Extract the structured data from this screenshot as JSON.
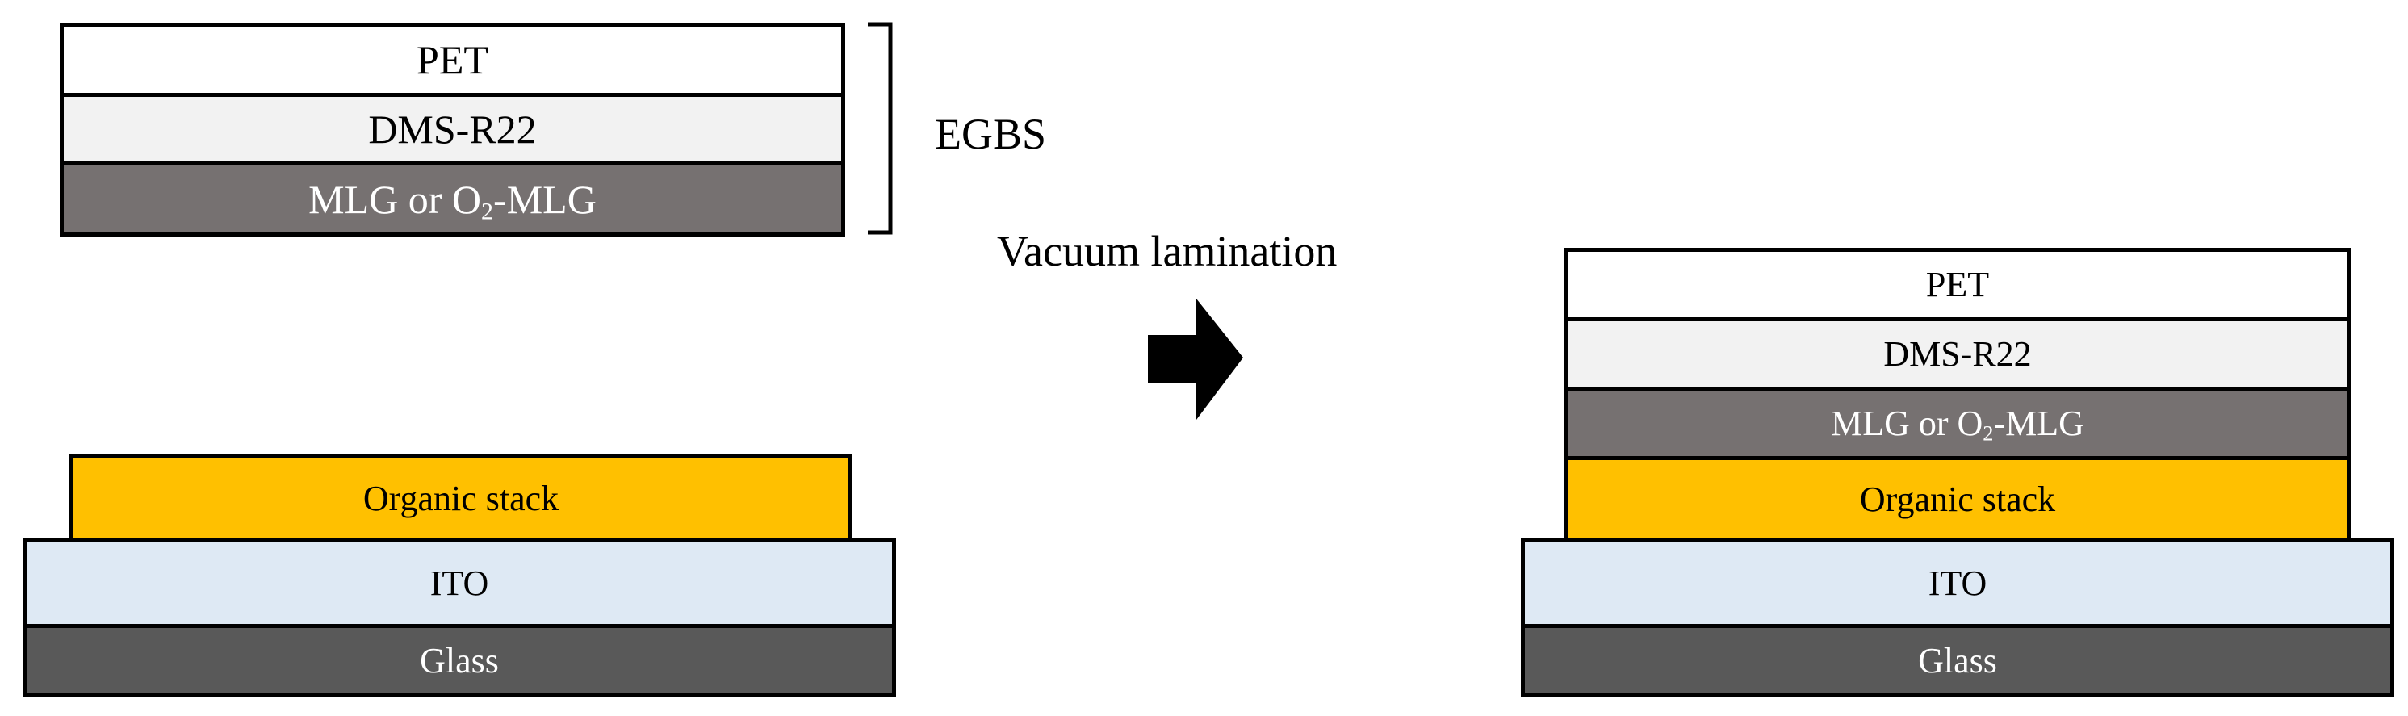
{
  "colors": {
    "pet": "#ffffff",
    "dms": "#f2f2f2",
    "mlg": "#767171",
    "organic": "#ffc000",
    "ito": "#dee9f4",
    "glass": "#595959",
    "outline": "#000000"
  },
  "left_stack": {
    "pet": "PET",
    "dms": "DMS-R22",
    "mlg": {
      "prefix": "MLG or O",
      "sub": "2",
      "suffix": "-MLG"
    },
    "egbs_label": "EGBS"
  },
  "left_substrate": {
    "organic": "Organic stack",
    "ito": "ITO",
    "glass": "Glass"
  },
  "process": {
    "label": "Vacuum lamination",
    "arrow_icon": "right-arrow-icon"
  },
  "right_stack": {
    "pet": "PET",
    "dms": "DMS-R22",
    "mlg": {
      "prefix": "MLG or O",
      "sub": "2",
      "suffix": "-MLG"
    },
    "organic": "Organic stack",
    "ito": "ITO",
    "glass": "Glass"
  }
}
